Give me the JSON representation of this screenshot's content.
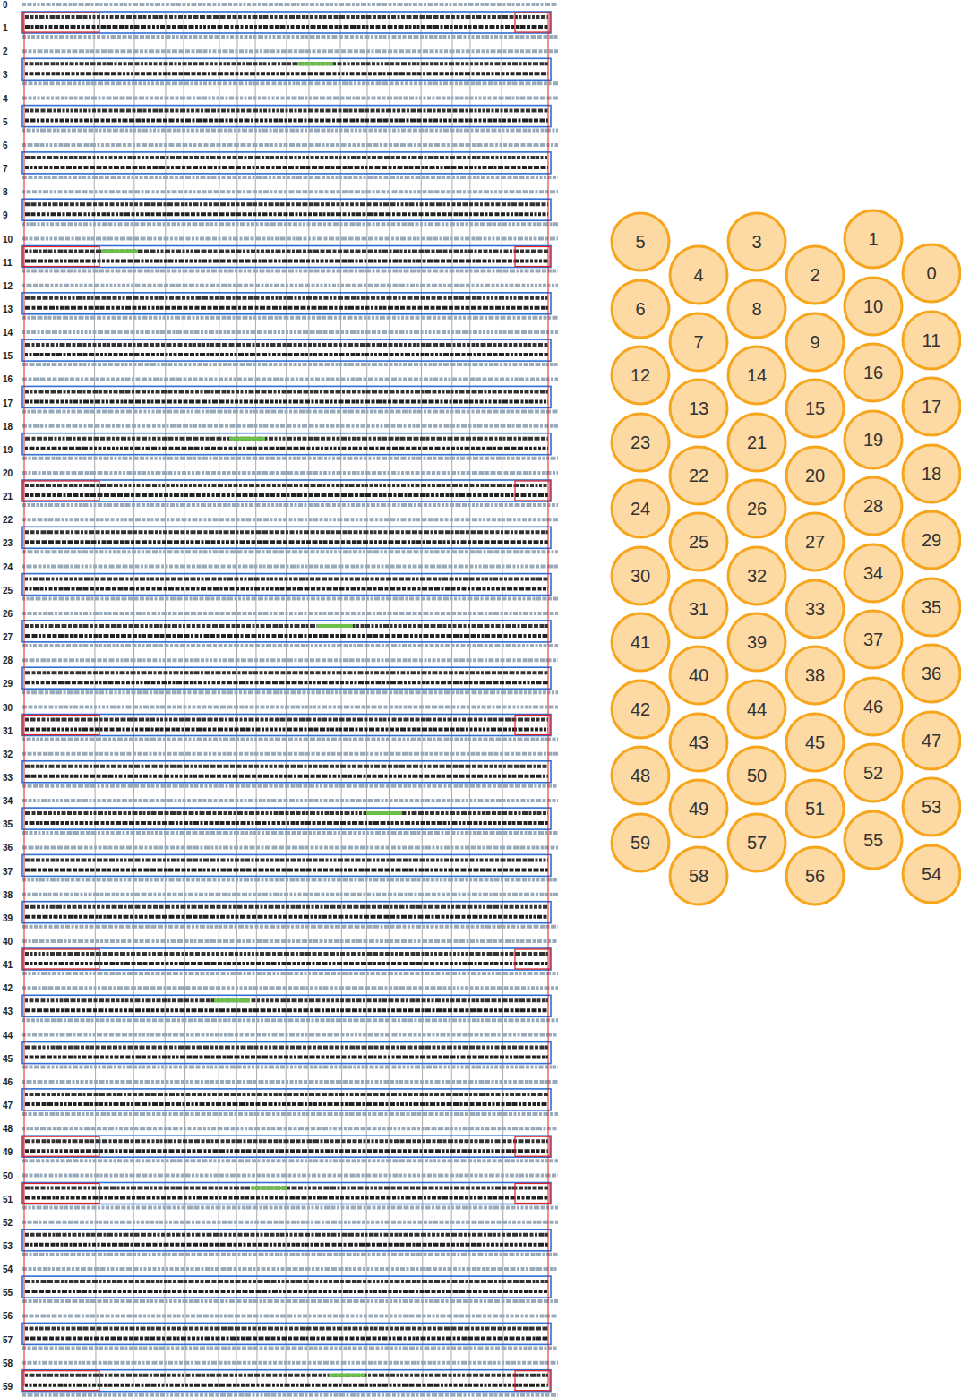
{
  "diagram": {
    "nodes": [
      {
        "text": [
          "5"
        ]
      },
      {
        "text": [
          "3"
        ]
      },
      {
        "text": [
          "1"
        ]
      },
      {
        "text": [
          "4"
        ]
      },
      {
        "text": [
          "2"
        ]
      },
      {
        "text": [
          "0"
        ]
      },
      {
        "text": [
          "6"
        ]
      },
      {
        "text": [
          "8"
        ]
      },
      {
        "text": [
          "10"
        ]
      },
      {
        "text": [
          "7"
        ]
      },
      {
        "text": [
          "9"
        ]
      },
      {
        "text": [
          "11"
        ]
      },
      {
        "text": [
          "12"
        ]
      },
      {
        "text": [
          "14"
        ]
      },
      {
        "text": [
          "16"
        ]
      },
      {
        "text": [
          "13"
        ]
      },
      {
        "text": [
          "15"
        ]
      },
      {
        "text": [
          "17"
        ]
      },
      {
        "text": [
          "23"
        ]
      },
      {
        "text": [
          "21"
        ]
      },
      {
        "text": [
          "19"
        ]
      },
      {
        "text": [
          "22"
        ]
      },
      {
        "text": [
          "20"
        ]
      },
      {
        "text": [
          "18"
        ]
      },
      {
        "text": [
          "24"
        ]
      },
      {
        "text": [
          "26"
        ]
      },
      {
        "text": [
          "28"
        ]
      },
      {
        "text": [
          "25"
        ]
      },
      {
        "text": [
          "27"
        ]
      },
      {
        "text": [
          "29"
        ]
      },
      {
        "text": [
          "30"
        ]
      },
      {
        "text": [
          "32"
        ]
      },
      {
        "text": [
          "34"
        ]
      },
      {
        "text": [
          "31"
        ]
      },
      {
        "text": [
          "33"
        ]
      },
      {
        "text": [
          "35"
        ]
      },
      {
        "text": [
          "41"
        ]
      },
      {
        "text": [
          "39"
        ]
      },
      {
        "text": [
          "37"
        ]
      },
      {
        "text": [
          "40"
        ]
      },
      {
        "text": [
          "38"
        ]
      },
      {
        "text": [
          "36"
        ]
      },
      {
        "text": [
          "42"
        ]
      },
      {
        "text": [
          "44"
        ]
      },
      {
        "text": [
          "46"
        ]
      },
      {
        "text": [
          "43"
        ]
      },
      {
        "text": [
          "45"
        ]
      },
      {
        "text": [
          "47"
        ]
      },
      {
        "text": [
          "48"
        ]
      },
      {
        "text": [
          "50"
        ]
      },
      {
        "text": [
          "52"
        ]
      },
      {
        "text": [
          "49"
        ]
      },
      {
        "text": [
          "51"
        ]
      },
      {
        "text": [
          "53"
        ]
      },
      {
        "text": [
          "59"
        ]
      },
      {
        "text": [
          "57"
        ]
      },
      {
        "text": [
          "55"
        ]
      },
      {
        "text": [
          "58"
        ]
      },
      {
        "text": [
          "56"
        ]
      },
      {
        "text": [
          "54"
        ]
      }
    ],
    "labels": [
      "0",
      "1",
      "2",
      "3",
      "4",
      "5",
      "6",
      "7",
      "8",
      "9",
      "10",
      "11",
      "12",
      "13",
      "14",
      "15",
      "16",
      "17",
      "18",
      "19",
      "20",
      "21",
      "22",
      "23",
      "24",
      "25",
      "26",
      "27",
      "28",
      "29",
      "30",
      "31",
      "32",
      "33",
      "34",
      "35",
      "36",
      "37",
      "38",
      "39",
      "40",
      "41",
      "42",
      "43",
      "44",
      "45",
      "46",
      "47",
      "48",
      "49",
      "50",
      "51",
      "52",
      "53",
      "54",
      "55",
      "56",
      "57",
      "58",
      "59"
    ]
  }
}
